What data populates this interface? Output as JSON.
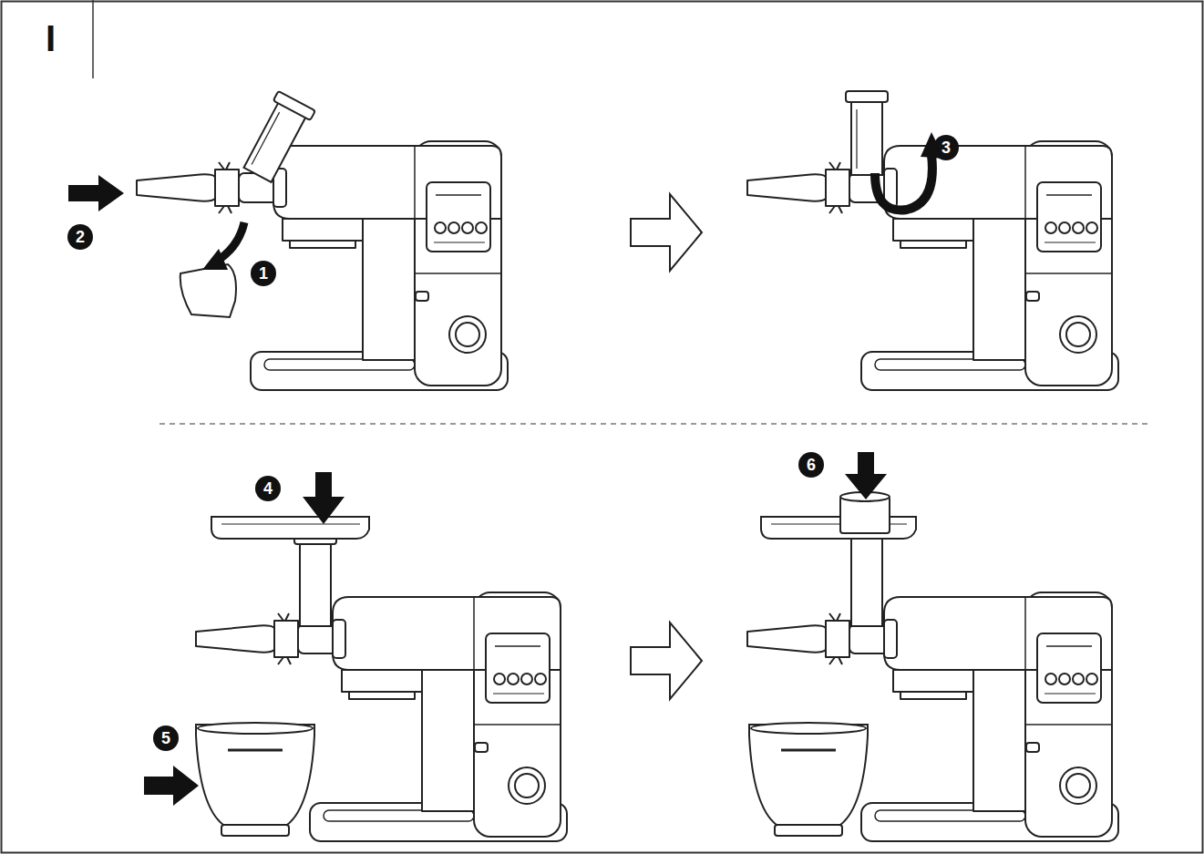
{
  "diagram": {
    "title": "I",
    "labels": [
      "1",
      "2",
      "3",
      "4",
      "5",
      "6"
    ]
  }
}
